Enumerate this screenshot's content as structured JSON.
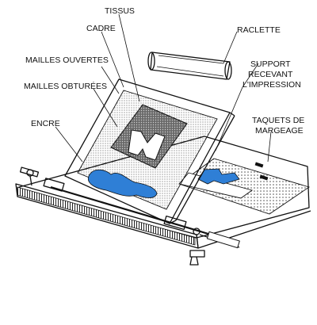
{
  "diagram": {
    "labels": {
      "tissus": "TISSUS",
      "cadre": "CADRE",
      "raclette": "RACLETTE",
      "mailles_ouvertes": "MAILLES OUVERTES",
      "support_1": "SUPPORT",
      "support_2": "RECEVANT",
      "support_3": "L'IMPRESSION",
      "mailles_obturees": "MAILLES OBTURÉES",
      "encre": "ENCRE",
      "taquets_1": "TAQUETS DE",
      "taquets_2": "MARGEAGE"
    },
    "colors": {
      "ink_blue": "#2f7fd6",
      "line": "#111111",
      "dark_fill": "#555555",
      "stipple": "#444444"
    }
  }
}
